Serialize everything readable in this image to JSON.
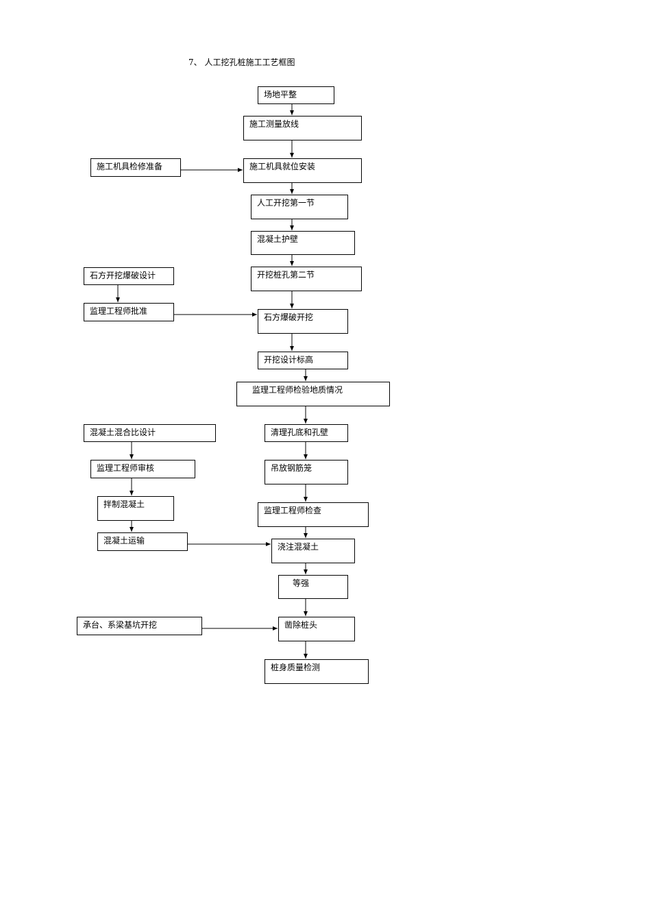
{
  "title": "7、 人工挖孔桩施工工艺框图",
  "nodes": [
    {
      "id": "n1",
      "label": "场地平整"
    },
    {
      "id": "n2",
      "label": "施工测量放线"
    },
    {
      "id": "n3",
      "label": "施工机具就位安装"
    },
    {
      "id": "n4",
      "label": "人工开挖第一节"
    },
    {
      "id": "n5",
      "label": "混凝土护壁"
    },
    {
      "id": "n6",
      "label": "开挖桩孔第二节"
    },
    {
      "id": "n7",
      "label": "石方爆破开挖"
    },
    {
      "id": "n8",
      "label": "开挖设计标高"
    },
    {
      "id": "n9",
      "label": "监理工程师检验地质情况"
    },
    {
      "id": "n10",
      "label": "清理孔底和孔壁"
    },
    {
      "id": "n11",
      "label": "吊放钢筋笼"
    },
    {
      "id": "n12",
      "label": "监理工程师检查"
    },
    {
      "id": "n13",
      "label": "浇注混凝土"
    },
    {
      "id": "n14",
      "label": "等强"
    },
    {
      "id": "n15",
      "label": "凿除桩头"
    },
    {
      "id": "n16",
      "label": "桩身质量检测"
    },
    {
      "id": "s1",
      "label": "施工机具检修准备"
    },
    {
      "id": "s2",
      "label": "石方开挖爆破设计"
    },
    {
      "id": "s3",
      "label": "监理工程师批准"
    },
    {
      "id": "s4",
      "label": "混凝土混合比设计"
    },
    {
      "id": "s5",
      "label": "监理工程师审核"
    },
    {
      "id": "s6",
      "label": "拌制混凝土"
    },
    {
      "id": "s7",
      "label": "混凝土运输"
    },
    {
      "id": "s8",
      "label": "承台、系梁基坑开挖"
    }
  ],
  "edges": [
    [
      "n1",
      "n2"
    ],
    [
      "n2",
      "n3"
    ],
    [
      "n3",
      "n4"
    ],
    [
      "n4",
      "n5"
    ],
    [
      "n5",
      "n6"
    ],
    [
      "n6",
      "n7"
    ],
    [
      "n7",
      "n8"
    ],
    [
      "n8",
      "n9"
    ],
    [
      "n9",
      "n10"
    ],
    [
      "n10",
      "n11"
    ],
    [
      "n11",
      "n12"
    ],
    [
      "n12",
      "n13"
    ],
    [
      "n13",
      "n14"
    ],
    [
      "n14",
      "n15"
    ],
    [
      "n15",
      "n16"
    ],
    [
      "s1",
      "n3"
    ],
    [
      "s2",
      "s3"
    ],
    [
      "s3",
      "n7"
    ],
    [
      "s4",
      "s5"
    ],
    [
      "s5",
      "s6"
    ],
    [
      "s6",
      "s7"
    ],
    [
      "s7",
      "n13"
    ],
    [
      "s8",
      "n15"
    ]
  ]
}
